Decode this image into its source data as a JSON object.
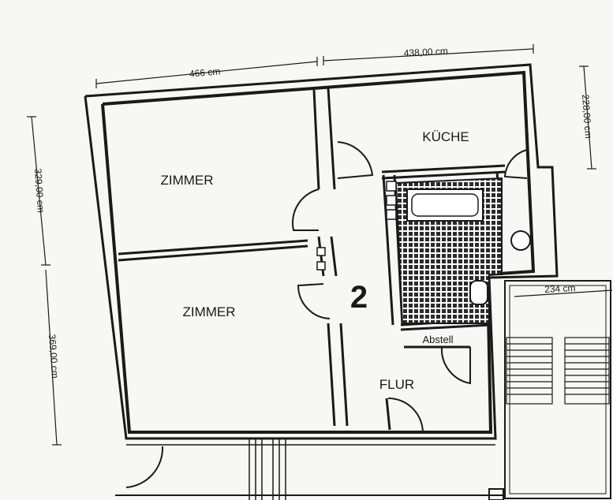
{
  "rooms": {
    "zimmer_top": "ZIMMER",
    "zimmer_bottom": "ZIMMER",
    "kueche": "KÜCHE",
    "flur": "FLUR",
    "abstell": "Abstell"
  },
  "unit_number": "2",
  "dimensions": {
    "top_left": "466 cm",
    "top_right": "438,00 cm",
    "right": "228,00 cm",
    "left_upper": "329,00 cm",
    "left_lower": "369,00 cm",
    "stair": "234 cm"
  }
}
